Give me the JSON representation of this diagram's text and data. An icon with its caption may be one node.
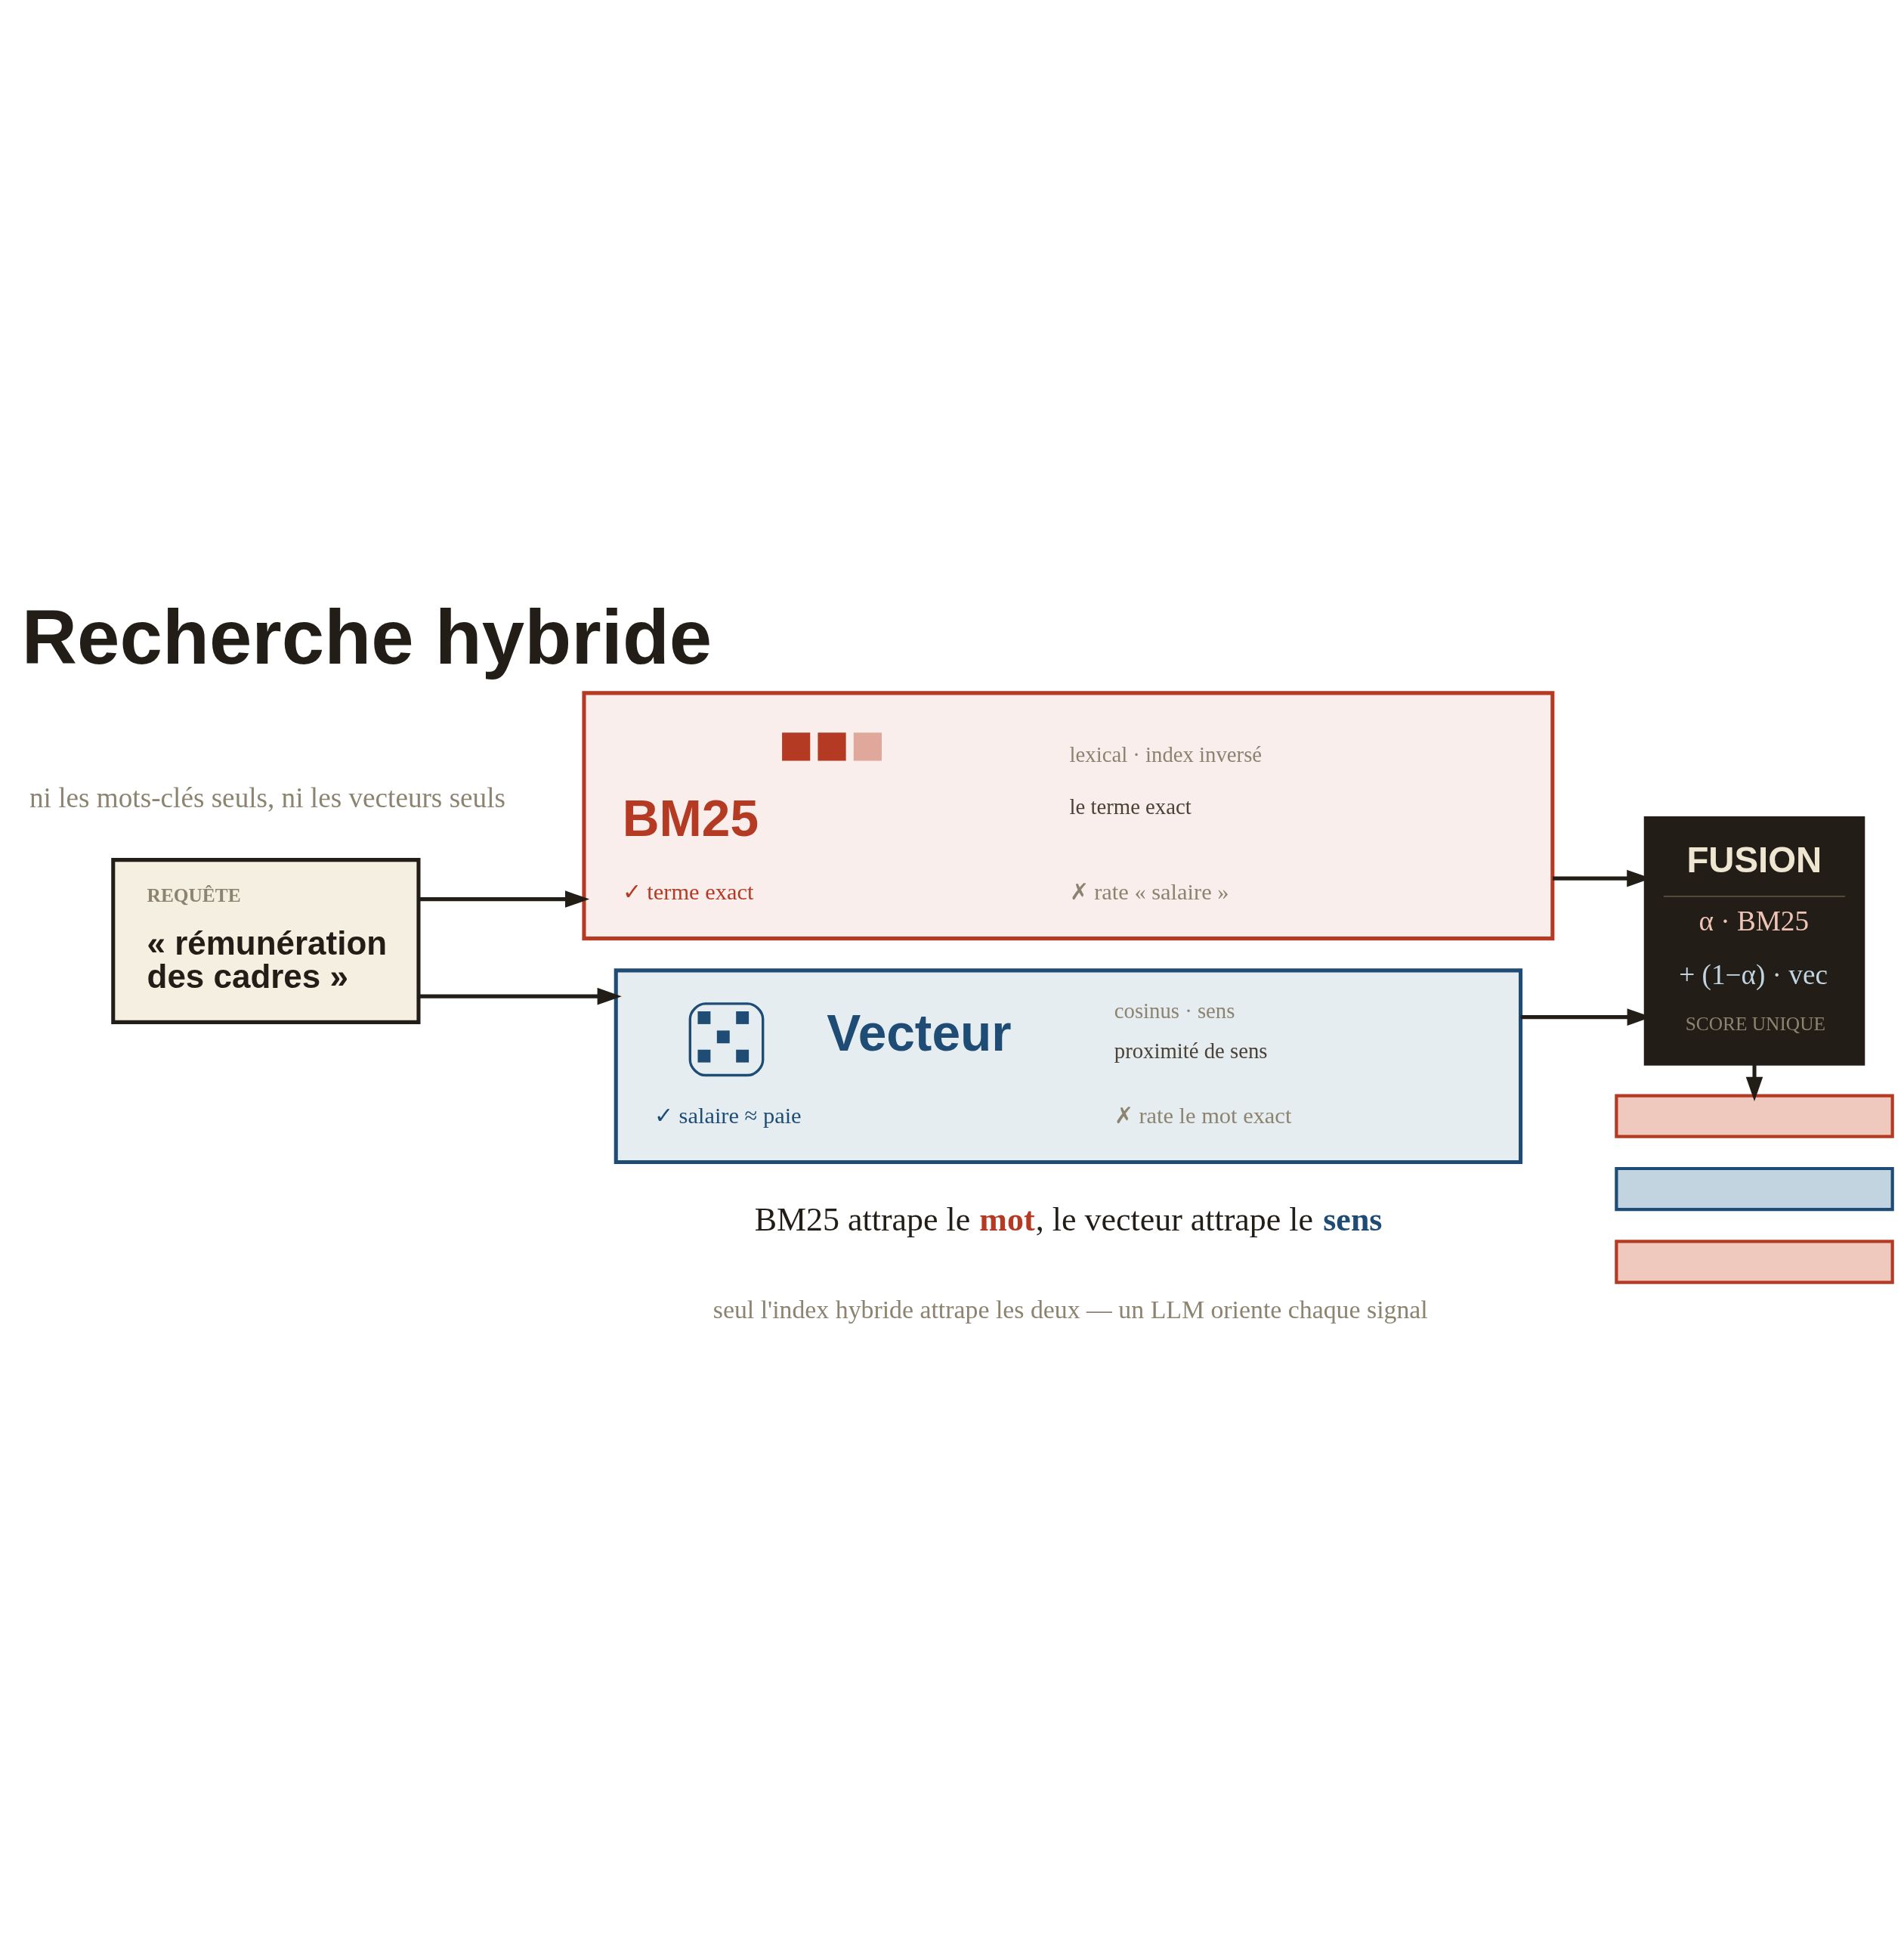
{
  "diagram": {
    "title": "Recherche hybride",
    "nodes": [
      {
        "text": [
          "REQUÊTE",
          "« rémunération des cadres »"
        ]
      },
      {
        "text": [
          "BM25",
          "lexical · index inversé",
          "le terme exact",
          "✓ terme exact",
          "✗ rate « salaire »"
        ]
      },
      {
        "text": [
          "Vecteur",
          "cosinus · sens",
          "proximité de sens",
          "✓ salaire ≈ paie",
          "✗ rate le mot exact"
        ]
      },
      {
        "text": [
          "FUSION",
          "α · BM25",
          "+ (1−α) · vec",
          "SCORE UNIQUE"
        ]
      },
      {
        "text": [],
        "shape": "bar"
      },
      {
        "text": [],
        "shape": "bar"
      },
      {
        "text": [],
        "shape": "bar"
      }
    ],
    "edges": [
      {
        "from": 0,
        "to": 1,
        "arrow": "to"
      },
      {
        "from": 0,
        "to": 2,
        "arrow": "to"
      },
      {
        "from": 1,
        "to": 3,
        "arrow": "to"
      },
      {
        "from": 2,
        "to": 3,
        "arrow": "to"
      },
      {
        "from": 3,
        "to": 4,
        "arrow": "to"
      }
    ],
    "labels": [
      "ni les mots-clés seuls, ni les vecteurs seuls",
      "BM25 attrape le **mot**, le vecteur attrape le **sens**",
      "seul l'index hybride attrape les deux — un LLM oriente chaque signal"
    ]
  }
}
